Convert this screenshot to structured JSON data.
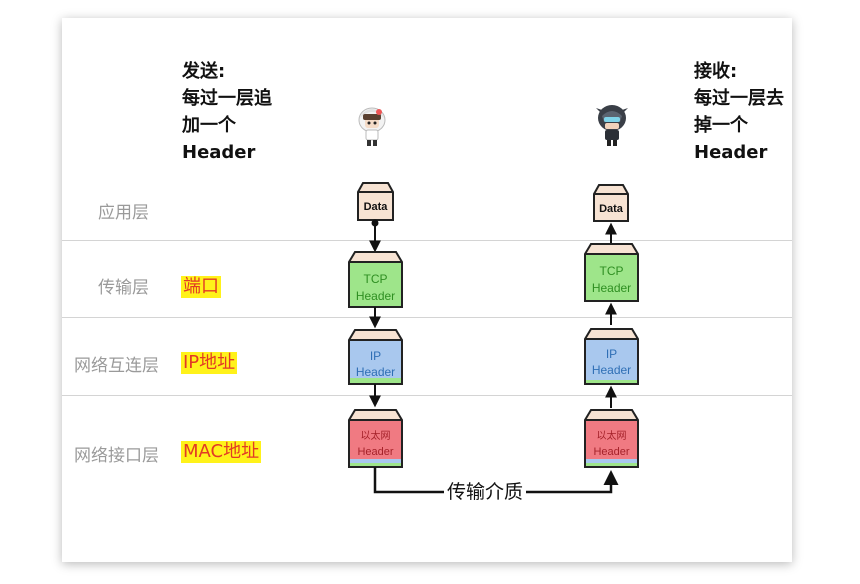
{
  "layers": [
    {
      "name": "应用层"
    },
    {
      "name": "传输层"
    },
    {
      "name": "网络互连层"
    },
    {
      "name": "网络接口层"
    }
  ],
  "sender_note": [
    "发送:",
    "每过一层追",
    "加一个",
    "Header"
  ],
  "receiver_note": [
    "接收:",
    "每过一层去",
    "掉一个",
    "Header"
  ],
  "tags": {
    "transport": "端口",
    "network": "IP地址",
    "link": "MAC地址"
  },
  "packets": {
    "data": "Data",
    "tcp": [
      "TCP",
      "Header"
    ],
    "ip": [
      "IP",
      "Header"
    ],
    "eth": [
      "以太网",
      "Header"
    ]
  },
  "medium_label": "传输介质",
  "colors": {
    "data_fill": "#f7e3d3",
    "tcp_fill": "#9ee58a",
    "tcp_text": "#2f8f22",
    "ip_fill": "#a9c8ee",
    "ip_text": "#2f6fb5",
    "eth_fill": "#f07a82",
    "eth_text": "#a5222a",
    "tag_text": "#e23a25",
    "tag_bg": "#fff21a"
  }
}
